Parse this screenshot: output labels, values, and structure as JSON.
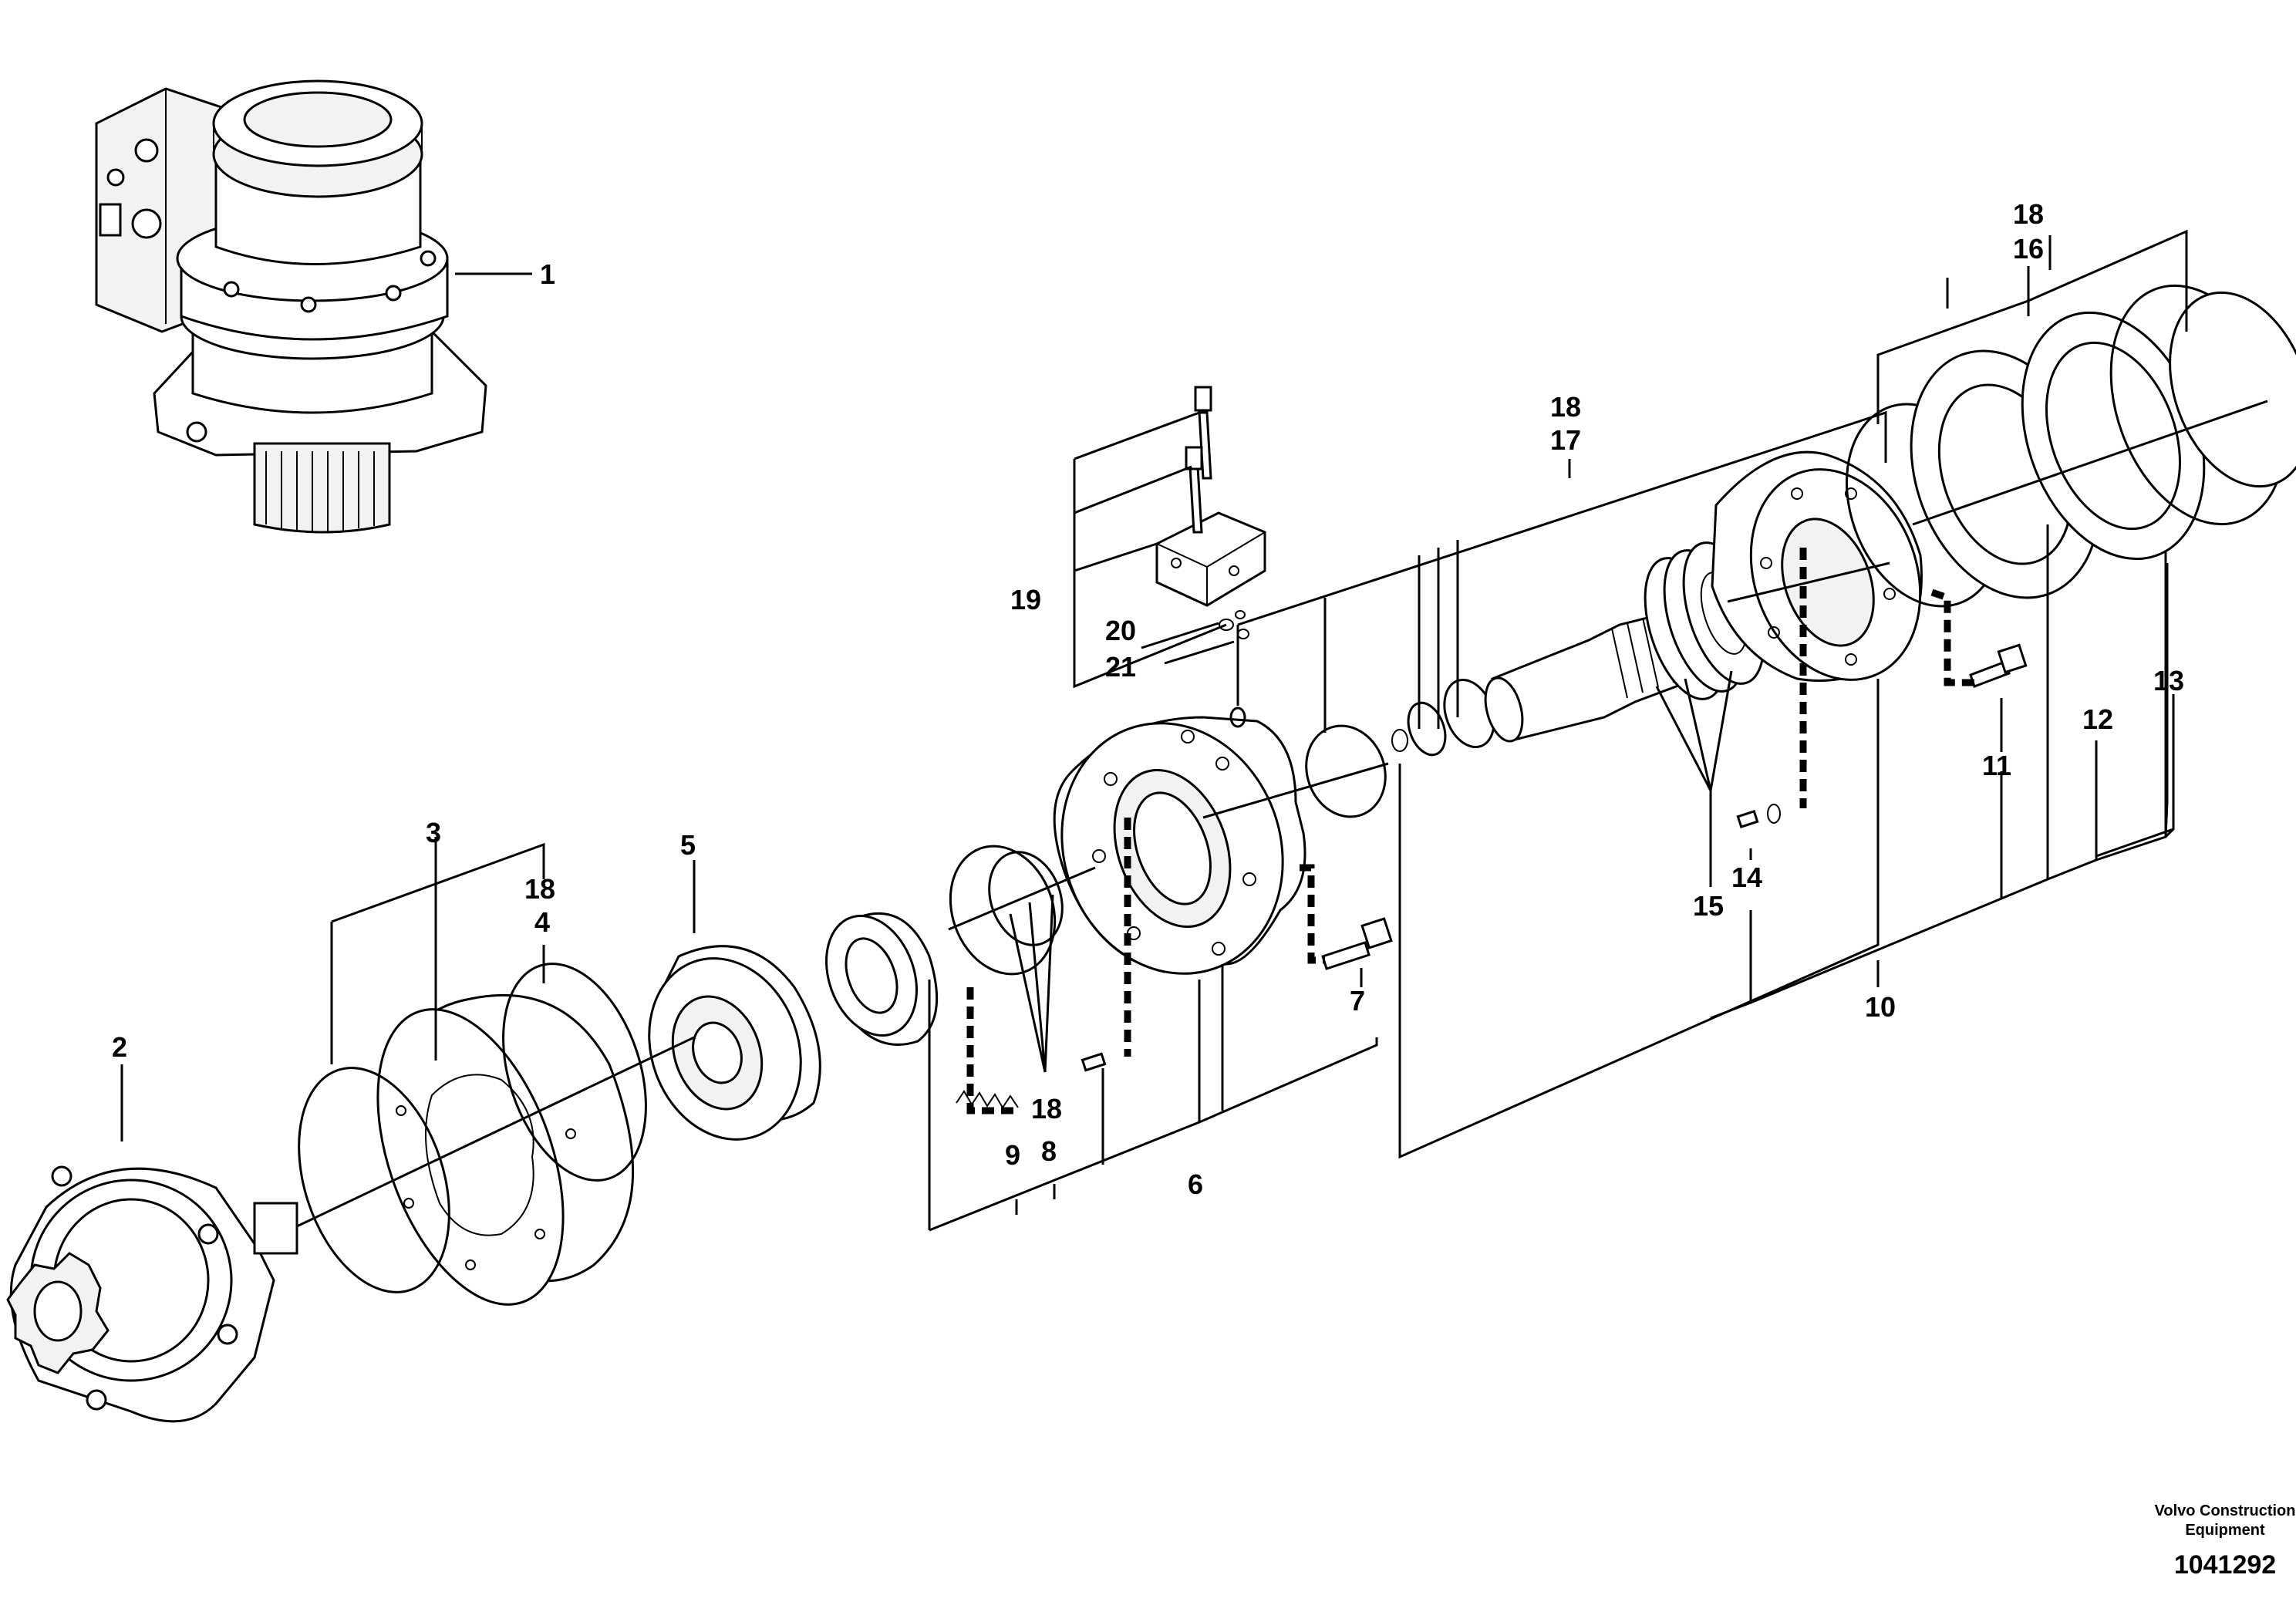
{
  "callouts": {
    "c1": "1",
    "c2": "2",
    "c3": "3",
    "c4": "4",
    "c5": "5",
    "c6": "6",
    "c7": "7",
    "c8": "8",
    "c9": "9",
    "c10": "10",
    "c11": "11",
    "c12": "12",
    "c13": "13",
    "c14": "14",
    "c15": "15",
    "c16": "16",
    "c17": "17",
    "c19": "19",
    "c20": "20",
    "c21": "21",
    "c18a": "18",
    "c18b": "18",
    "c18c": "18",
    "c18d": "18"
  },
  "footer": {
    "company_line1": "Volvo Construction",
    "company_line2": "Equipment",
    "drawing_number": "1041292"
  }
}
